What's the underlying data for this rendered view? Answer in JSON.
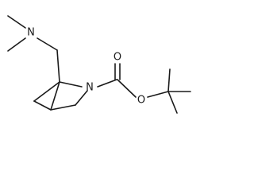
{
  "structure": {
    "atoms": {
      "amine_nitrogen": "N",
      "ring_nitrogen": "N",
      "carbonyl_oxygen": "O",
      "ester_oxygen": "O"
    }
  }
}
